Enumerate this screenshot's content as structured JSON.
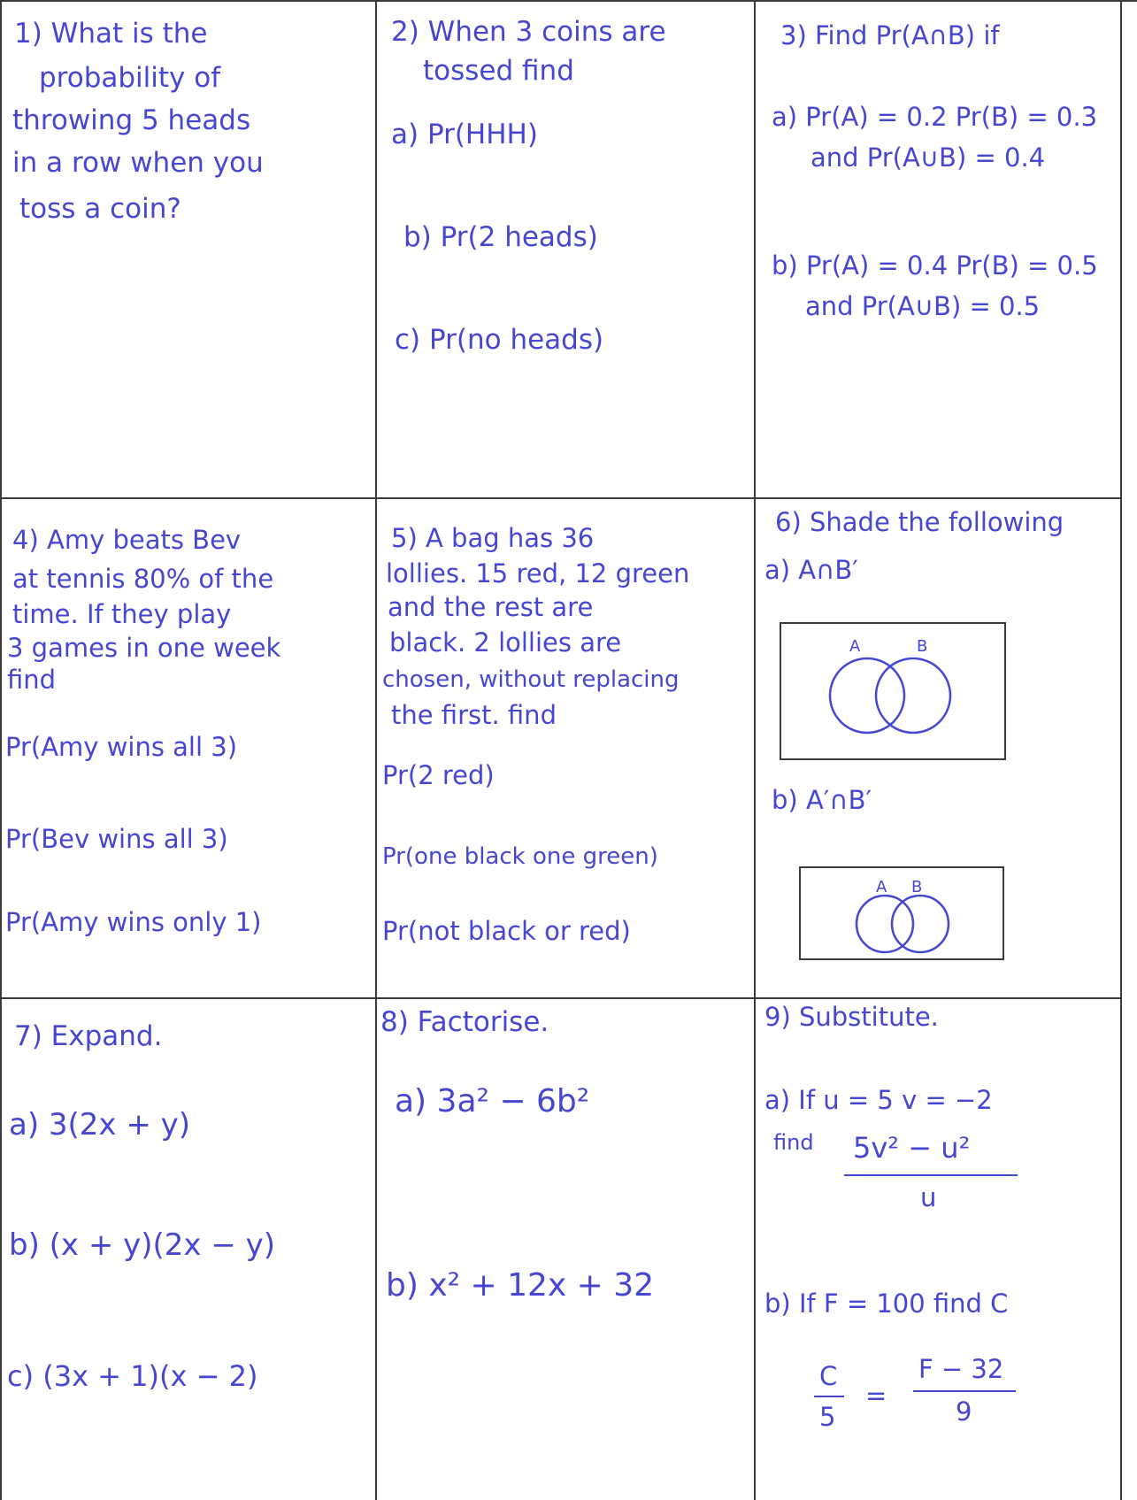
{
  "q1": {
    "lines": [
      "1) What is the",
      "probability of",
      "throwing 5 heads",
      "in a row when you",
      "toss a coin?"
    ]
  },
  "q2": {
    "lines": [
      "2) When 3 coins are",
      "tossed find"
    ],
    "parts": [
      "a) Pr(HHH)",
      "b) Pr(2 heads)",
      "c) Pr(no heads)"
    ]
  },
  "q3": {
    "title": "3) Find Pr(A∩B) if",
    "a1": "a) Pr(A) = 0.2  Pr(B) = 0.3",
    "a2": "and Pr(A∪B) = 0.4",
    "b1": "b) Pr(A) = 0.4  Pr(B) = 0.5",
    "b2": "and Pr(A∪B) = 0.5"
  },
  "q4": {
    "lines": [
      "4) Amy beats Bev",
      "at tennis 80% of the",
      "time. If they play",
      "3 games in one week",
      "find"
    ],
    "parts": [
      "Pr(Amy wins all 3)",
      "Pr(Bev wins all 3)",
      "Pr(Amy wins only 1)"
    ]
  },
  "q5": {
    "lines": [
      "5) A bag has 36",
      "lollies. 15 red, 12 green",
      "and the rest are",
      "black. 2 lollies are",
      "chosen, without replacing",
      "the first. find"
    ],
    "parts": [
      "Pr(2 red)",
      "Pr(one black one green)",
      "Pr(not black or red)"
    ]
  },
  "q6": {
    "title": "6) Shade the following",
    "a": "a) A∩B′",
    "b": "b) A′∩B′",
    "label_a": "A",
    "label_b": "B"
  },
  "q7": {
    "title": "7) Expand.",
    "parts": [
      "a) 3(2x + y)",
      "b) (x + y)(2x − y)",
      "c) (3x + 1)(x − 2)"
    ]
  },
  "q8": {
    "title": "8) Factorise.",
    "a": "a) 3a² − 6b²",
    "b": "b) x² + 12x + 32"
  },
  "q9": {
    "title": "9) Substitute.",
    "a1": "a) If u = 5  v = −2",
    "a_find": "find",
    "a_num": "5v² − u²",
    "a_den": "u",
    "b1": "b) If F = 100 find C",
    "b_lhs_num": "C",
    "b_lhs_den": "5",
    "b_eq": "=",
    "b_rhs_num": "F − 32",
    "b_rhs_den": "9"
  }
}
